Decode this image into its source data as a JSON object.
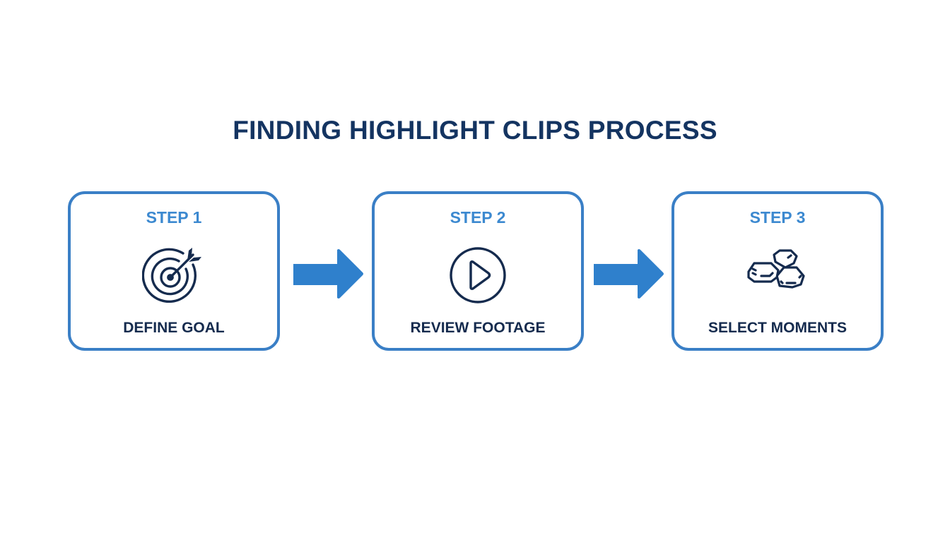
{
  "title": "FINDING HIGHLIGHT CLIPS PROCESS",
  "colors": {
    "title": "#143461",
    "border": "#3a7fc6",
    "step_label": "#3c89d0",
    "icon_stroke": "#152b4e",
    "arrow": "#2f80cc"
  },
  "steps": [
    {
      "step": "STEP 1",
      "label": "DEFINE GOAL",
      "icon": "target-icon"
    },
    {
      "step": "STEP 2",
      "label": "REVIEW FOOTAGE",
      "icon": "play-icon"
    },
    {
      "step": "STEP 3",
      "label": "SELECT MOMENTS",
      "icon": "gems-icon"
    }
  ]
}
